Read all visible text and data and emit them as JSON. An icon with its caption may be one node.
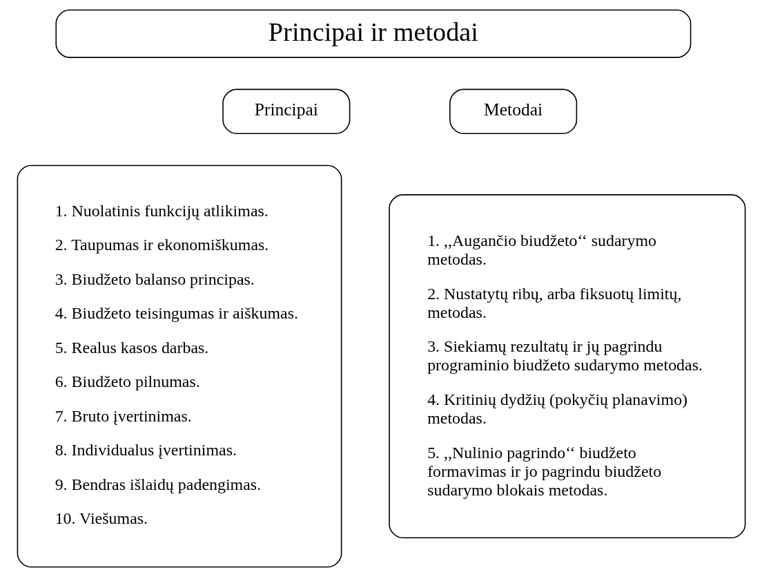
{
  "diagram": {
    "nodes": [
      {
        "text": [
          "Principai ir metodai"
        ]
      },
      {
        "text": [
          "Principai"
        ]
      },
      {
        "text": [
          "Metodai"
        ]
      },
      {
        "text": [
          "1. Nuolatinis funkcijų atlikimas.",
          "2. Taupumas ir ekonomiškumas.",
          "3. Biudžeto balanso principas.",
          "4. Biudžeto teisingumas ir aiškumas.",
          "5. Realus kasos darbas.",
          "6. Biudžeto pilnumas.",
          "7. Bruto įvertinimas.",
          "8. Individualus įvertinimas.",
          "9. Bendras išlaidų padengimas.",
          "10. Viešumas."
        ]
      },
      {
        "text": [
          "1. ,,Augančio biudžeto‘‘ sudarymo metodas.",
          "2. Nustatytų ribų, arba fiksuotų limitų, metodas.",
          "3. Siekiamų rezultatų ir jų pagrindu programinio biudžeto sudarymo metodas.",
          "4. Kritinių dydžių (pokyčių planavimo) metodas.",
          "5. ,,Nulinio pagrindo‘‘ biudžeto formavimas ir jo pagrindu biudžeto sudarymo blokais metodas."
        ]
      }
    ],
    "edges": []
  }
}
